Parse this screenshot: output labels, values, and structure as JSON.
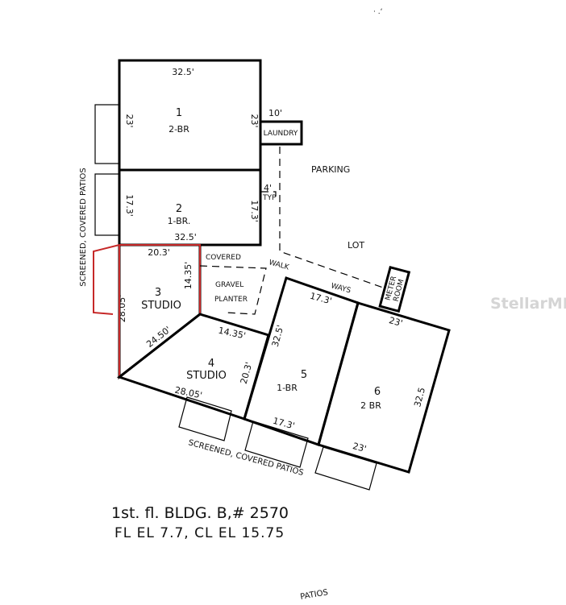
{
  "units": [
    {
      "number": "1",
      "type": "2-BR",
      "top_dim": "32.5'",
      "left_dim": "23'",
      "right_dim": "23'"
    },
    {
      "number": "2",
      "type": "1-BR.",
      "left_dim": "17.3'",
      "right_dim": "17.3'",
      "bottom_dim": "32.5'"
    },
    {
      "number": "3",
      "type": "STUDIO",
      "top_dim": "20.3'",
      "left_dim": "28.05'",
      "right_dim": "14.35'",
      "diagonal_dim": "24.50'"
    },
    {
      "number": "4",
      "type": "STUDIO",
      "top_dim": "14.35'",
      "bottom_dim": "28.05'",
      "right_dim": "20.3'"
    },
    {
      "number": "5",
      "type": "1-BR",
      "top_dim": "17.3'",
      "left_dim": "32.5'",
      "bottom_dim": "17.3'"
    },
    {
      "number": "6",
      "type": "2 BR",
      "top_dim": "23'",
      "right_dim": "32.5",
      "bottom_dim": "23'"
    }
  ],
  "labels": {
    "laundry": "LAUNDRY",
    "laundry_dim": "10'",
    "parking": "PARKING",
    "lot": "LOT",
    "typ_dim": "4'",
    "typ": "TYP",
    "covered": "COVERED",
    "walk": "WALK",
    "ways": "WAYS",
    "gravel": "GRAVEL",
    "planter": "PLANTER",
    "meter_room_line1": "METER",
    "meter_room_line2": "ROOM",
    "patios_left": "SCREENED, COVERED PATIOS",
    "patios_bottom": "SCREENED, COVERED PATIOS",
    "patios_bottom_faint": "PATIOS"
  },
  "caption": {
    "line1": "1st. fl. BLDG. B,# 2570",
    "line2": "FL EL 7.7, CL EL 15.75"
  },
  "watermark": "StellarMLS",
  "colors": {
    "walls": "#000000",
    "highlight": "#c62828",
    "watermark": "#d5d5d5"
  }
}
